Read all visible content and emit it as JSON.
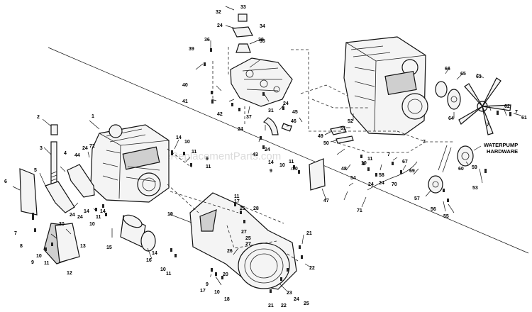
{
  "watermark": "eReplacementParts.com",
  "note": {
    "line1": "WATERPUMP",
    "line2": "HARDWARE"
  },
  "callouts": [
    "1",
    "2",
    "3",
    "4",
    "5",
    "6",
    "7",
    "8",
    "9",
    "10",
    "11",
    "12",
    "13",
    "14",
    "15",
    "16",
    "17",
    "18",
    "19",
    "20",
    "21",
    "22",
    "23",
    "24",
    "25",
    "26",
    "27",
    "28",
    "30",
    "31",
    "32",
    "33",
    "34",
    "35",
    "36",
    "37",
    "38",
    "39",
    "40",
    "41",
    "42",
    "43",
    "44",
    "45",
    "46",
    "47",
    "48",
    "49",
    "50",
    "51",
    "52",
    "53",
    "54",
    "55",
    "56",
    "57",
    "58",
    "59",
    "60",
    "61",
    "62",
    "63",
    "64",
    "65",
    "66",
    "67",
    "69",
    "70",
    "71",
    "72"
  ]
}
